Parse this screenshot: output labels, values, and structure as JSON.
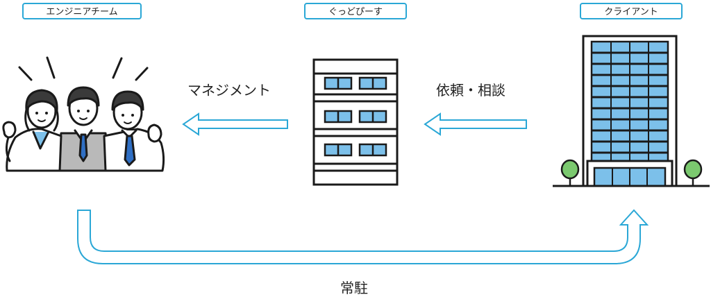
{
  "tags": {
    "engineer_team": "エンジニアチーム",
    "company": "ぐっどぴーす",
    "client": "クライアント"
  },
  "labels": {
    "management": "マネジメント",
    "request": "依頼・相談",
    "onsite": "常駐"
  },
  "colors": {
    "accent": "#2aa7d6",
    "window": "#7cc0ea",
    "tree": "#7bc96f",
    "tie": "#2f6fc4"
  }
}
